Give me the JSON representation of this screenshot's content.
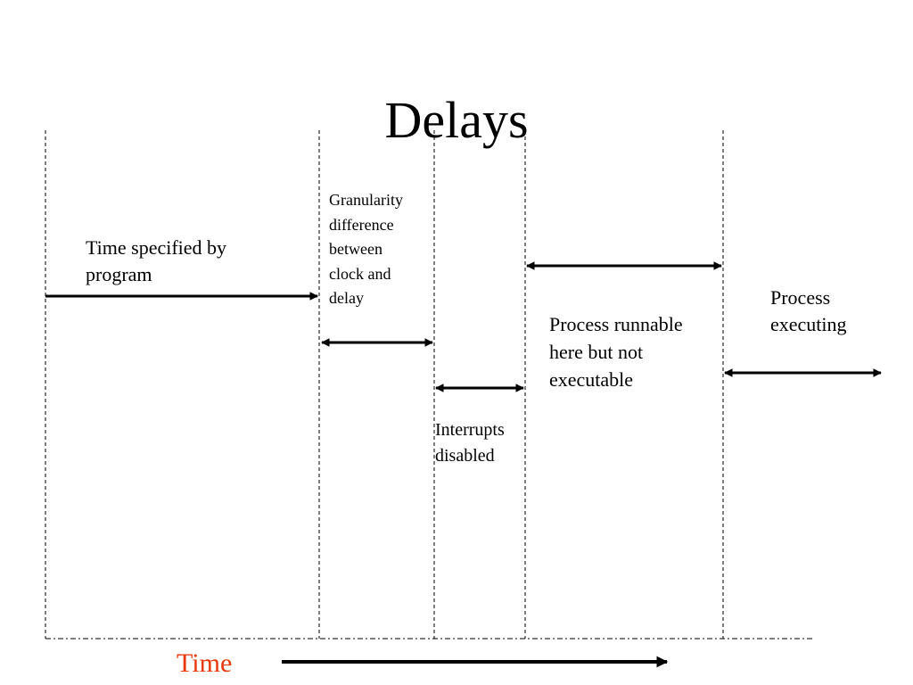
{
  "title": "Delays",
  "labels": {
    "time_specified": "Time specified by\nprogram",
    "granularity": "Granularity\ndifference\nbetween\nclock and\ndelay",
    "runnable": "Process runnable\nhere but not\nexecutable",
    "executing": "Process\nexecuting",
    "interrupts": "Interrupts\ndisabled",
    "time_axis": "Time"
  },
  "colors": {
    "text": "#000000",
    "time_axis_label": "#e8380d",
    "lines": "#000000",
    "background": "#ffffff"
  }
}
